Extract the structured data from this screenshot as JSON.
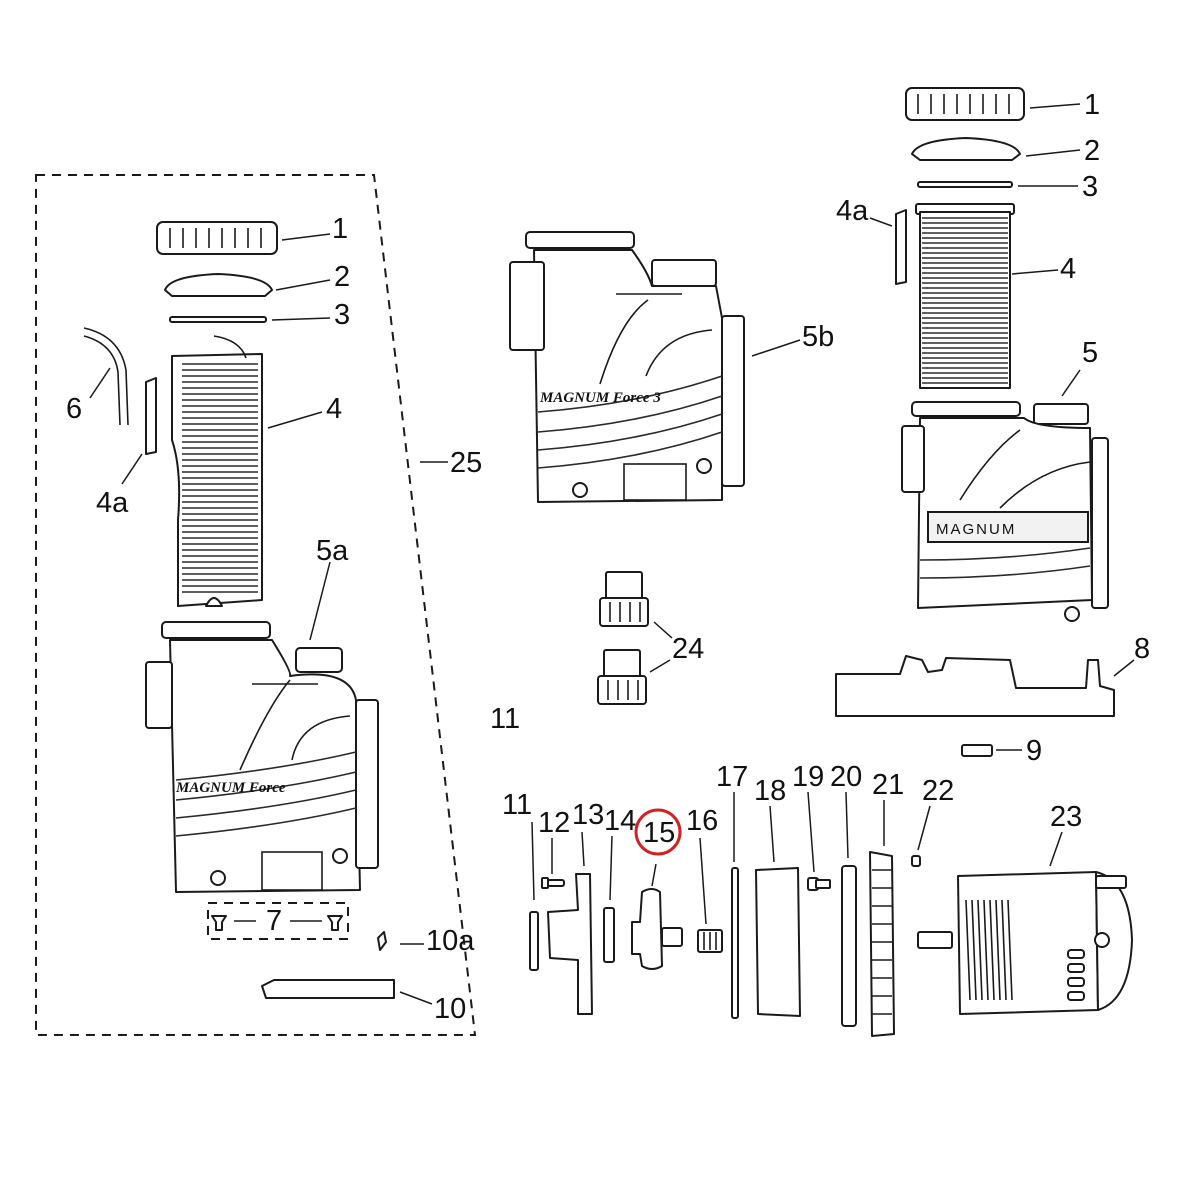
{
  "labels": {
    "l1": "1",
    "l2": "2",
    "l3": "3",
    "l4": "4",
    "l4a": "4a",
    "l5a": "5a",
    "l6": "6",
    "l7": "7",
    "l10": "10",
    "l10a": "10a",
    "l25": "25",
    "l5b": "5b",
    "l24": "24",
    "l11_stray": "11",
    "r1": "1",
    "r2": "2",
    "r3": "3",
    "r4": "4",
    "r4a": "4a",
    "r5": "5",
    "r8": "8",
    "r9": "9",
    "b11": "11",
    "b12": "12",
    "b13": "13",
    "b14": "14",
    "b15": "15",
    "b16": "16",
    "b17": "17",
    "b18": "18",
    "b19": "19",
    "b20": "20",
    "b21": "21",
    "b22": "22",
    "b23": "23"
  },
  "brands": {
    "left_housing": "MAGNUM Force",
    "middle_housing": "MAGNUM Force 3",
    "right_housing": "MAGNUM"
  },
  "highlight": {
    "part": "15",
    "color": "#d42020"
  }
}
